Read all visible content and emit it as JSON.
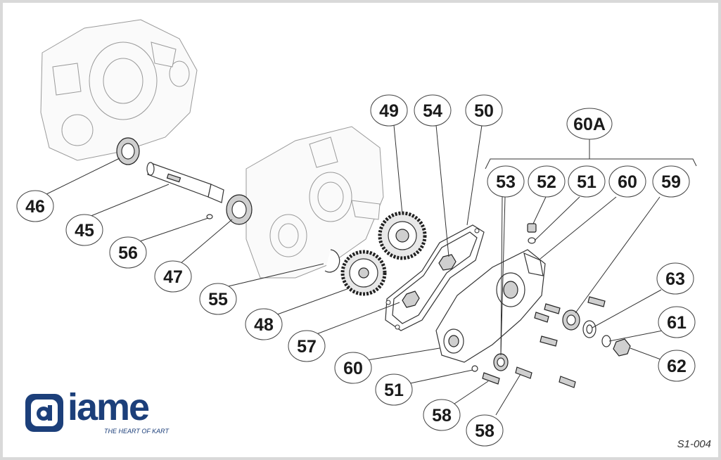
{
  "callouts": {
    "c46": "46",
    "c45": "45",
    "c56": "56",
    "c47": "47",
    "c55": "55",
    "c48": "48",
    "c57": "57",
    "c60a": "60",
    "c51a": "51",
    "c58a": "58",
    "c58b": "58",
    "c49": "49",
    "c54": "54",
    "c50": "50",
    "c60A": "60A",
    "c53": "53",
    "c52": "52",
    "c51b": "51",
    "c60b": "60",
    "c59": "59",
    "c63": "63",
    "c61": "61",
    "c62": "62"
  },
  "logo": {
    "brand": "iame",
    "tagline": "THE HEART OF KART",
    "color": "#1c3f7a"
  },
  "drawing_ref": "S1-004"
}
